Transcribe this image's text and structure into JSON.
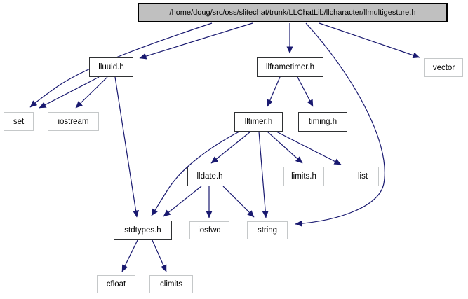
{
  "diagram": {
    "kind": "include-dependency-graph",
    "title_node": "/home/doug/src/oss/slitechat/trunk/LLChatLib/llcharacter/llmultigesture.h",
    "nodes": {
      "lluuid": "lluuid.h",
      "llframetimer": "llframetimer.h",
      "vector": "vector",
      "set": "set",
      "iostream": "iostream",
      "lltimer": "lltimer.h",
      "timing": "timing.h",
      "lldate": "lldate.h",
      "limits": "limits.h",
      "list": "list",
      "stdtypes": "stdtypes.h",
      "iosfwd": "iosfwd",
      "string": "string",
      "cfloat": "cfloat",
      "climits": "climits"
    },
    "edges": [
      {
        "from": "llmultigesture.h",
        "to": "set"
      },
      {
        "from": "llmultigesture.h",
        "to": "lluuid.h"
      },
      {
        "from": "llmultigesture.h",
        "to": "llframetimer.h"
      },
      {
        "from": "llmultigesture.h",
        "to": "string"
      },
      {
        "from": "llmultigesture.h",
        "to": "vector"
      },
      {
        "from": "lluuid.h",
        "to": "set"
      },
      {
        "from": "lluuid.h",
        "to": "iostream"
      },
      {
        "from": "lluuid.h",
        "to": "stdtypes.h"
      },
      {
        "from": "llframetimer.h",
        "to": "lltimer.h"
      },
      {
        "from": "llframetimer.h",
        "to": "timing.h"
      },
      {
        "from": "lltimer.h",
        "to": "lldate.h"
      },
      {
        "from": "lltimer.h",
        "to": "stdtypes.h"
      },
      {
        "from": "lltimer.h",
        "to": "string"
      },
      {
        "from": "lltimer.h",
        "to": "limits.h"
      },
      {
        "from": "lltimer.h",
        "to": "list"
      },
      {
        "from": "lldate.h",
        "to": "stdtypes.h"
      },
      {
        "from": "lldate.h",
        "to": "iosfwd"
      },
      {
        "from": "lldate.h",
        "to": "string"
      },
      {
        "from": "stdtypes.h",
        "to": "cfloat"
      },
      {
        "from": "stdtypes.h",
        "to": "climits"
      }
    ],
    "colors": {
      "edge": "#191970",
      "title_fill": "#c0c0c0",
      "internal_border": "#2f3133",
      "external_border": "#c5c8c9",
      "background": "#ffffff"
    }
  }
}
